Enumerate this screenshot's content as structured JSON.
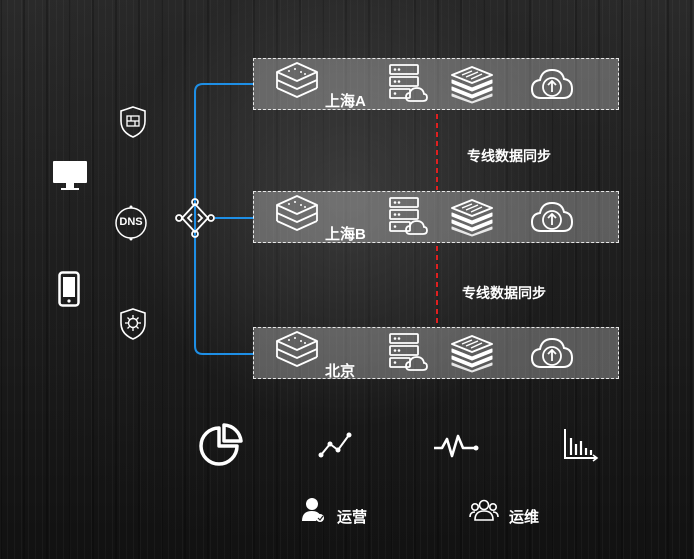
{
  "regions": [
    {
      "label": "上海A"
    },
    {
      "label": "上海B"
    },
    {
      "label": "北京"
    }
  ],
  "sync_labels": [
    "专线数据同步",
    "专线数据同步"
  ],
  "dns_text": "DNS",
  "roles": [
    {
      "label": "运营",
      "icon": "user-icon"
    },
    {
      "label": "运维",
      "icon": "users-group-icon"
    }
  ],
  "colors": {
    "link_blue": "#1e8fe6",
    "sync_red": "#e02020",
    "box_border": "#ffffff"
  },
  "row_icons": [
    "layers-icon",
    "server-cloud-icon",
    "stack-icon",
    "cloud-upload-icon"
  ],
  "bottom_icons": [
    "pie-chart-icon",
    "line-trend-icon",
    "pulse-icon",
    "bar-chart-icon"
  ],
  "left_icons": [
    "monitor-icon",
    "mobile-icon"
  ],
  "security_icons": [
    "firewall-shield-icon",
    "dns-icon",
    "virus-shield-icon"
  ]
}
